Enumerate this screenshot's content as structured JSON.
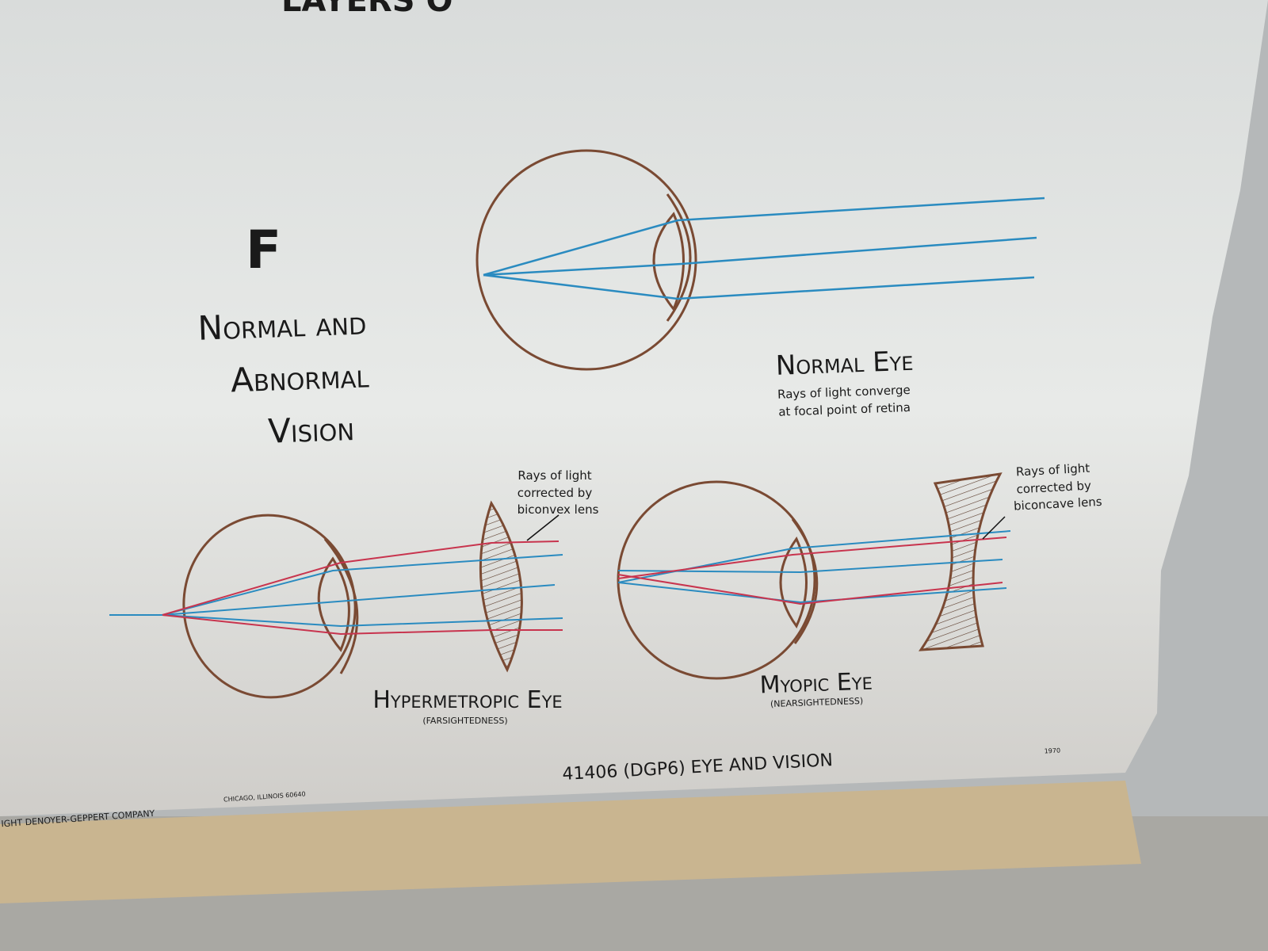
{
  "top_cut_title": "LAYERS O",
  "section_letter": "F",
  "title_lines": [
    "Normal and",
    "Abnormal",
    "Vision"
  ],
  "normal_eye": {
    "title": "Normal Eye",
    "caption_lines": [
      "Rays of light converge",
      "at focal point of retina"
    ]
  },
  "hypermetropic_eye": {
    "title": "Hypermetropic Eye",
    "subtitle": "(FARSIGHTEDNESS)",
    "note_lines": [
      "Rays of light",
      "corrected by",
      "biconvex lens"
    ]
  },
  "myopic_eye": {
    "title": "Myopic Eye",
    "subtitle": "(NEARSIGHTEDNESS)",
    "note_lines": [
      "Rays of light",
      "corrected by",
      "biconcave lens"
    ]
  },
  "footer": {
    "chart_id": "41406 (DGP6) EYE AND VISION",
    "year": "1970",
    "publisher": "IGHT DENOYER-GEPPERT COMPANY",
    "address": "CHICAGO, ILLINOIS 60640"
  },
  "colors": {
    "paper": "#e6e8e6",
    "eye_outline": "#7a4a33",
    "ray_blue": "#2a8bc0",
    "ray_red": "#c8344e",
    "roller": "#c9b590",
    "wall": "#b9bcbd"
  }
}
